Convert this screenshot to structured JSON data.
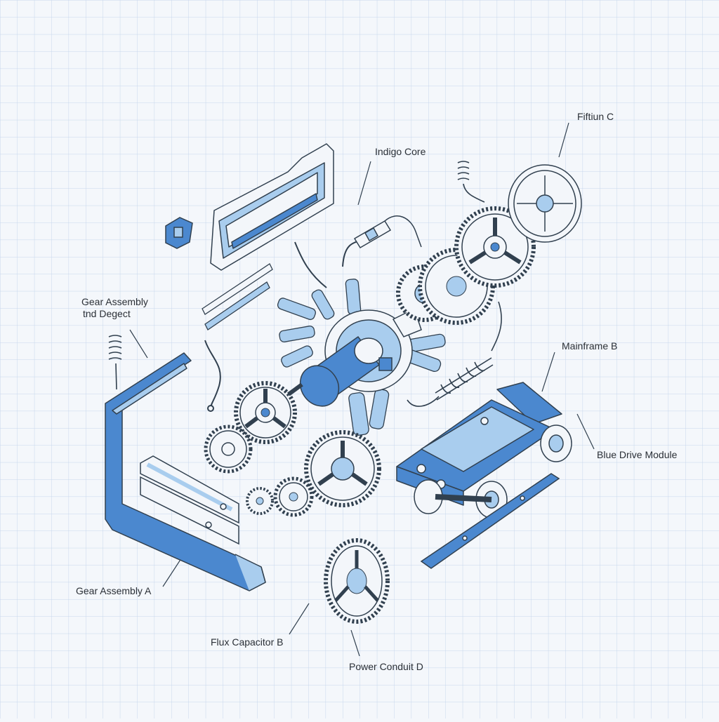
{
  "diagram": {
    "labels": {
      "gear_assembly_top": [
        "Gear Assembly",
        "tnd Degect"
      ],
      "indigo_core": "Indigo Core",
      "fiftiun_c": "Fiftiun C",
      "mainframe_b": "Mainframe B",
      "blue_drive_module": "Blue Drive Module",
      "gear_assembly_a": "Gear Assembly A",
      "flux_capacitor_b": "Flux Capacitor B",
      "power_conduit_d": "Power Conduit D"
    }
  },
  "colors": {
    "grid_line": "#c7d7ec",
    "accent_blue": "#4b88cf",
    "light_blue": "#a9cdee",
    "outline": "#31404f",
    "part_white": "#f3f6fa"
  }
}
